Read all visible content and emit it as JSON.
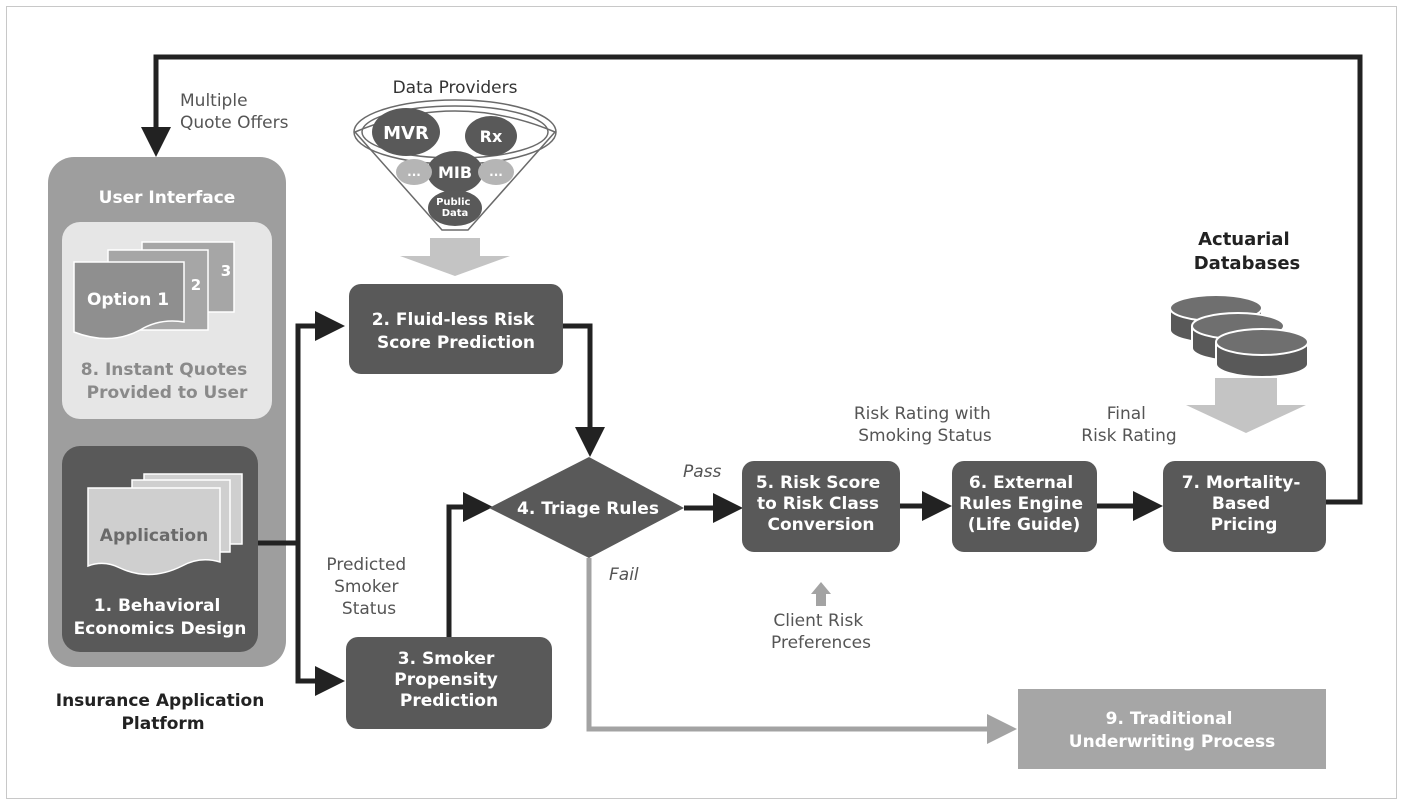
{
  "labels": {
    "multiple_quote_offers": [
      "Multiple",
      "Quote Offers"
    ],
    "data_providers": "Data Providers",
    "providers": {
      "mvr": "MVR",
      "rx": "Rx",
      "mib": "MIB",
      "ellipsis_left": "...",
      "ellipsis_right": "...",
      "public_data": [
        "Public",
        "Data"
      ]
    },
    "user_interface": "User Interface",
    "option_1": "Option 1",
    "option_2": "2",
    "option_3": "3",
    "instant_quotes": [
      "8. Instant Quotes",
      "Provided to User"
    ],
    "application": "Application",
    "behavioral": [
      "1. Behavioral",
      "Economics Design"
    ],
    "platform": [
      "Insurance Application",
      "Platform"
    ],
    "fluidless": [
      "2. Fluid-less Risk",
      "Score Prediction"
    ],
    "smoker": [
      "3. Smoker",
      "Propensity",
      "Prediction"
    ],
    "predicted_smoker": [
      "Predicted",
      "Smoker",
      "Status"
    ],
    "triage": "4. Triage Rules",
    "pass": "Pass",
    "fail": "Fail",
    "risk_score": [
      "5. Risk Score",
      "to Risk Class",
      "Conversion"
    ],
    "risk_rating_smoking": [
      "Risk Rating with",
      "Smoking Status"
    ],
    "client_risk": [
      "Client Risk",
      "Preferences"
    ],
    "external_rules": [
      "6. External",
      "Rules Engine",
      "(Life Guide)"
    ],
    "final_risk": [
      "Final",
      "Risk Rating"
    ],
    "mortality": [
      "7. Mortality-",
      "Based",
      "Pricing"
    ],
    "actuarial": [
      "Actuarial",
      "Databases"
    ],
    "traditional": [
      "9. Traditional",
      "Underwriting Process"
    ]
  },
  "colors": {
    "dark_box": "#595959",
    "platform_bg": "#9e9e9e",
    "ui_panel": "#e6e6e6",
    "page_light": "#cfcfcf",
    "arrow_dark": "#222222",
    "arrow_light": "#a3a3a3",
    "traditional_box": "#a6a6a6",
    "label_gray": "#555555"
  }
}
